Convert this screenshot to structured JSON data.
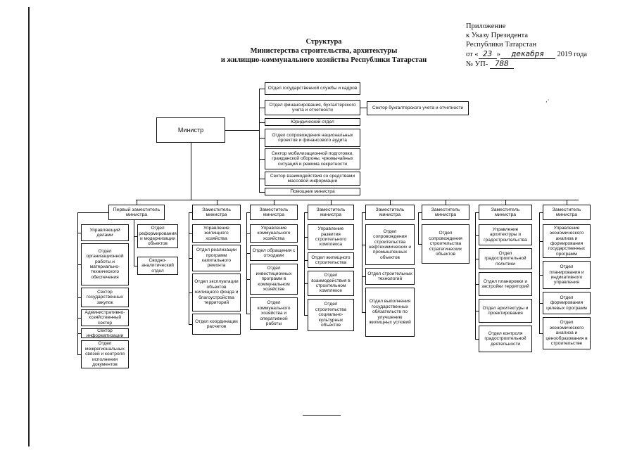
{
  "approval": {
    "line1": "Приложение",
    "line2": "к Указу Президента",
    "line3": "Республики Татарстан",
    "date_prefix": "от «",
    "date_day": "23",
    "date_mid": "»",
    "date_month": "декабря",
    "date_year": "2019 года",
    "number_prefix": "№ УП-",
    "number": "788"
  },
  "title": {
    "line1": "Структура",
    "line2": "Министерства строительства, архитектуры",
    "line3": "и жилищно-коммунального хозяйства Республики Татарстан"
  },
  "minister": "Министр",
  "direct_units": [
    "Отдел государственной службы и кадров",
    "Отдел финансирования, бухгалтерского учета и отчетности",
    "Юридический отдел",
    "Отдел сопровождения национальных проектов и финансового аудита",
    "Сектор мобилизационной подготовки, гражданской обороны, чрезвычайных ситуаций и режима секретности",
    "Сектор взаимодействия со средствами массовой информации",
    "Помощник министра"
  ],
  "finance_sector": "Сектор бухгалтерского учета и отчетности",
  "deputies": [
    {
      "head": "Первый заместитель министра",
      "units": [
        "Управляющий делами",
        "Отдел организационной работы и материально-технического обеспечения",
        "Сектор государственных закупок",
        "Административно-хозяйственный сектор",
        "Сектор информатизации",
        "Отдел межрегиональных связей и контроля исполнения документов"
      ],
      "units2": [
        "Отдел реформирования и модернизации объектов",
        "Сводно-аналитический отдел"
      ]
    },
    {
      "head": "Заместитель министра",
      "units": [
        "Управление жилищного хозяйства",
        "Отдел реализации программ капитального ремонта",
        "Отдел эксплуатации объектов жилищного фонда и благоустройства территорий",
        "Отдел координации расчетов"
      ]
    },
    {
      "head": "Заместитель министра",
      "units": [
        "Управление коммунального хозяйства",
        "Отдел обращения с отходами",
        "Отдел инвестиционных программ в коммунальном хозяйстве",
        "Отдел коммунального хозяйства и оперативной работы"
      ]
    },
    {
      "head": "Заместитель министра",
      "units": [
        "Управление развития строительного комплекса",
        "Отдел жилищного строительства",
        "Отдел взаимодействия в строительном комплексе",
        "Отдел строительства социально-культурных объектов"
      ]
    },
    {
      "head": "Заместитель министра",
      "units": [
        "Отдел сопровождения строительства нефтехимических и промышленных объектов",
        "Отдел строительных технологий",
        "Отдел выполнения государственных обязательств по улучшению жилищных условий"
      ]
    },
    {
      "head": "Заместитель министра",
      "units": [
        "Отдел сопровождения строительства стратегических объектов"
      ]
    },
    {
      "head": "Заместитель министра",
      "units": [
        "Управление архитектуры и градостроительства",
        "Отдел градостроительной политики",
        "Отдел планировки и застройки территорий",
        "Отдел архитектуры и проектирования",
        "Отдел контроля градостроительной деятельности"
      ]
    },
    {
      "head": "Заместитель министра",
      "units": [
        "Управление экономического анализа и формирования государственных программ",
        "Отдел планирования и индикативного управления",
        "Отдел формирования целевых программ",
        "Отдел экономического анализа и ценообразования в строительстве"
      ]
    }
  ]
}
